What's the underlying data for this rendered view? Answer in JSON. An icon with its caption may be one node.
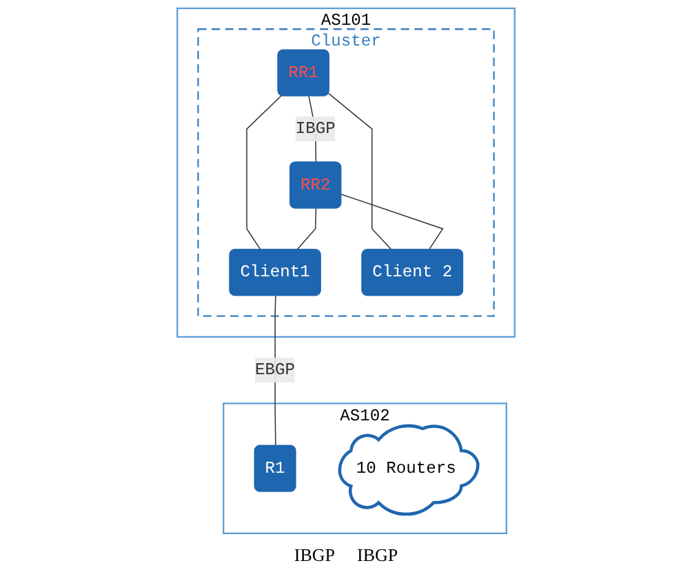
{
  "diagram": {
    "nodes": [
      {
        "text": [
          "AS101"
        ]
      },
      {
        "text": [
          "Cluster"
        ],
        "in": 0
      },
      {
        "text": [
          "RR1"
        ],
        "in": 1
      },
      {
        "text": [
          "RR2"
        ],
        "in": 1
      },
      {
        "text": [
          "Client1"
        ],
        "in": 1
      },
      {
        "text": [
          "Client 2"
        ],
        "in": 1
      },
      {
        "text": [
          "AS102"
        ]
      },
      {
        "text": [
          "R1"
        ],
        "in": 6
      },
      {
        "text": [
          "10 Routers"
        ],
        "in": 6
      }
    ],
    "edges": [
      {
        "from": 2,
        "to": 3,
        "arrow": "none",
        "label": "IBGP"
      },
      {
        "from": 2,
        "to": 4,
        "arrow": "none"
      },
      {
        "from": 2,
        "to": 5,
        "arrow": "none"
      },
      {
        "from": 3,
        "to": 4,
        "arrow": "none"
      },
      {
        "from": 3,
        "to": 5,
        "arrow": "none"
      },
      {
        "from": 4,
        "to": 7,
        "arrow": "none",
        "label": "EBGP"
      }
    ],
    "labels": [
      "IBGP",
      "IBGP"
    ]
  }
}
